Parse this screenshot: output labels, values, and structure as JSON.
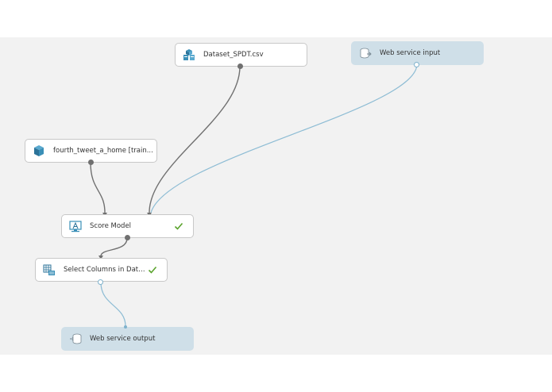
{
  "modules": {
    "dataset": {
      "label": "Dataset_SPDT.csv",
      "icon": "dataset-icon"
    },
    "web_input": {
      "label": "Web service input",
      "icon": "web-service-input-icon"
    },
    "trained_model": {
      "label": "fourth_tweet_a_home [train...",
      "icon": "trained-model-icon"
    },
    "score_model": {
      "label": "Score Model",
      "icon": "score-model-icon",
      "status": "completed"
    },
    "select_columns": {
      "label": "Select Columns in Dataset",
      "icon": "select-columns-icon",
      "status": "completed"
    },
    "web_output": {
      "label": "Web service output",
      "icon": "web-service-output-icon"
    }
  },
  "colors": {
    "canvas": "#f2f2f2",
    "module_bg": "#ffffff",
    "module_border": "#c8c8c8",
    "web_service_bg": "#cfdfe8",
    "wire_dark": "#707070",
    "wire_light": "#8dbcd4",
    "check": "#5aa32c",
    "icon_blue": "#3a8fb7"
  }
}
